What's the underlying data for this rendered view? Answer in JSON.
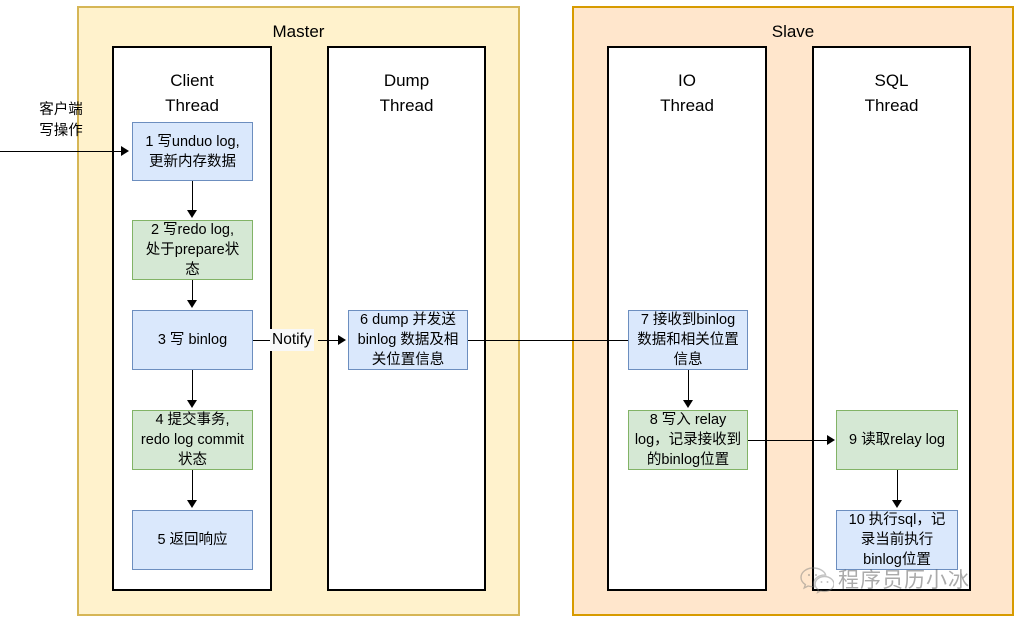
{
  "diagram": {
    "title": "MySQL master-slave replication flow",
    "colors": {
      "master_fill": "#fff2cc",
      "master_border": "#d6b656",
      "slave_fill": "#ffe6cc",
      "slave_border": "#d79b00",
      "blue_fill": "#dae8fc",
      "blue_border": "#6c8ebf",
      "green_fill": "#d5e8d4",
      "green_border": "#82b366",
      "lane_fill": "#ffffff",
      "lane_border": "#000000"
    },
    "containers": {
      "master": "Master",
      "slave": "Slave"
    },
    "lanes": {
      "client": "Client\nThread",
      "dump": "Dump\nThread",
      "io": "IO\nThread",
      "sql": "SQL\nThread"
    },
    "input": {
      "label": "客户端\n写操作"
    },
    "edge_labels": {
      "notify": "Notify"
    },
    "nodes": {
      "n1": {
        "text": "1 写unduo log,\n更新内存数据",
        "color": "blue",
        "lane": "Client Thread"
      },
      "n2": {
        "text": "2 写redo log,\n处于prepare状\n态",
        "color": "green",
        "lane": "Client Thread"
      },
      "n3": {
        "text": "3 写 binlog",
        "color": "blue",
        "lane": "Client Thread"
      },
      "n4": {
        "text": "4 提交事务,\nredo log commit\n状态",
        "color": "green",
        "lane": "Client Thread"
      },
      "n5": {
        "text": "5 返回响应",
        "color": "blue",
        "lane": "Client Thread"
      },
      "n6": {
        "text": "6 dump 并发送\nbinlog 数据及相\n关位置信息",
        "color": "blue",
        "lane": "Dump Thread"
      },
      "n7": {
        "text": "7 接收到binlog\n数据和相关位置\n信息",
        "color": "blue",
        "lane": "IO Thread"
      },
      "n8": {
        "text": "8 写入 relay\nlog，记录接收到\n的binlog位置",
        "color": "green",
        "lane": "IO Thread"
      },
      "n9": {
        "text": "9 读取relay log",
        "color": "green",
        "lane": "SQL Thread"
      },
      "n10": {
        "text": "10 执行sql，记\n录当前执行\nbinlog位置",
        "color": "blue",
        "lane": "SQL Thread"
      }
    },
    "watermark": {
      "text": "程序员历小冰",
      "icon": "wechat-icon"
    }
  }
}
